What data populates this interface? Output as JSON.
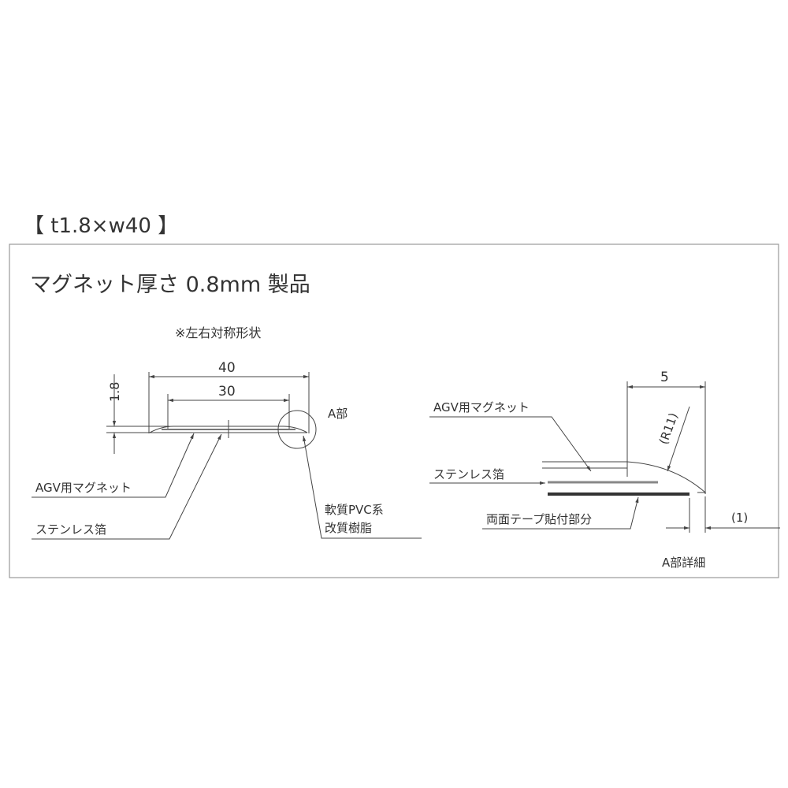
{
  "header": "【 t1.8×w40 】",
  "title": "マグネット厚さ 0.8mm 製品",
  "note": "※左右対称形状",
  "left_view": {
    "dim_overall": "40",
    "dim_inner": "30",
    "dim_thickness": "1.8",
    "detail_marker": "A部",
    "labels": {
      "magnet": "AGV用マグネット",
      "stainless": "ステンレス箔",
      "pvc_line1": "軟質PVC系",
      "pvc_line2": "改質樹脂"
    }
  },
  "detail_view": {
    "dim_width": "5",
    "dim_radius": "(R11)",
    "dim_edge": "(1)",
    "caption": "A部詳細",
    "labels": {
      "magnet": "AGV用マグネット",
      "stainless": "ステンレス箔",
      "tape": "両面テープ貼付部分"
    }
  }
}
